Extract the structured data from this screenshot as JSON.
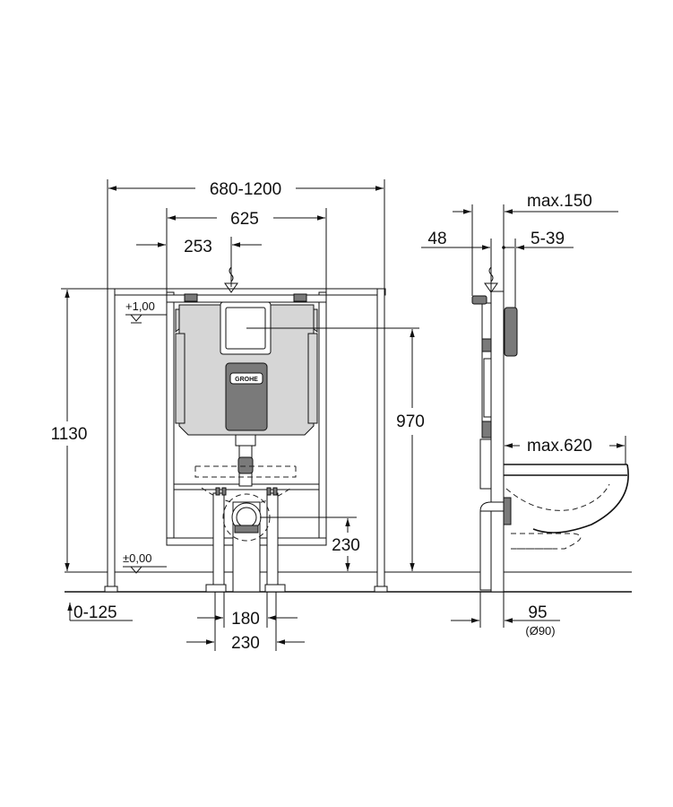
{
  "front_view": {
    "width_range": "680-1200",
    "inner_width": "625",
    "offset_left": "253",
    "height_total": "1130",
    "height_actuation": "970",
    "height_drain": "230",
    "level_top": "+1,00",
    "level_zero": "±0,00",
    "floor_adjust": "0-125",
    "feet_inner": "180",
    "feet_outer": "230"
  },
  "side_view": {
    "depth_max": "max.150",
    "depth_frame": "48",
    "wall_adjust": "5-39",
    "bowl_projection": "max.620",
    "pipe_depth": "95",
    "pipe_diameter": "(Ø90)"
  },
  "logo": {
    "brand": "GROHE"
  }
}
